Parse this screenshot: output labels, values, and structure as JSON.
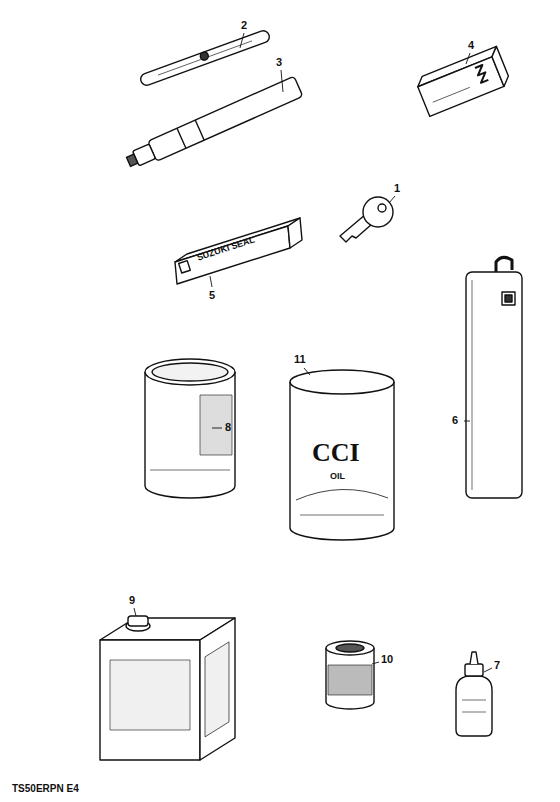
{
  "diagram": {
    "labels": [
      "1",
      "2",
      "3",
      "4",
      "5",
      "6",
      "7",
      "8",
      "9",
      "10",
      "11",
      "SUZUKI SEAL",
      "CCI",
      "OIL",
      "TS50ERPN E4"
    ]
  }
}
